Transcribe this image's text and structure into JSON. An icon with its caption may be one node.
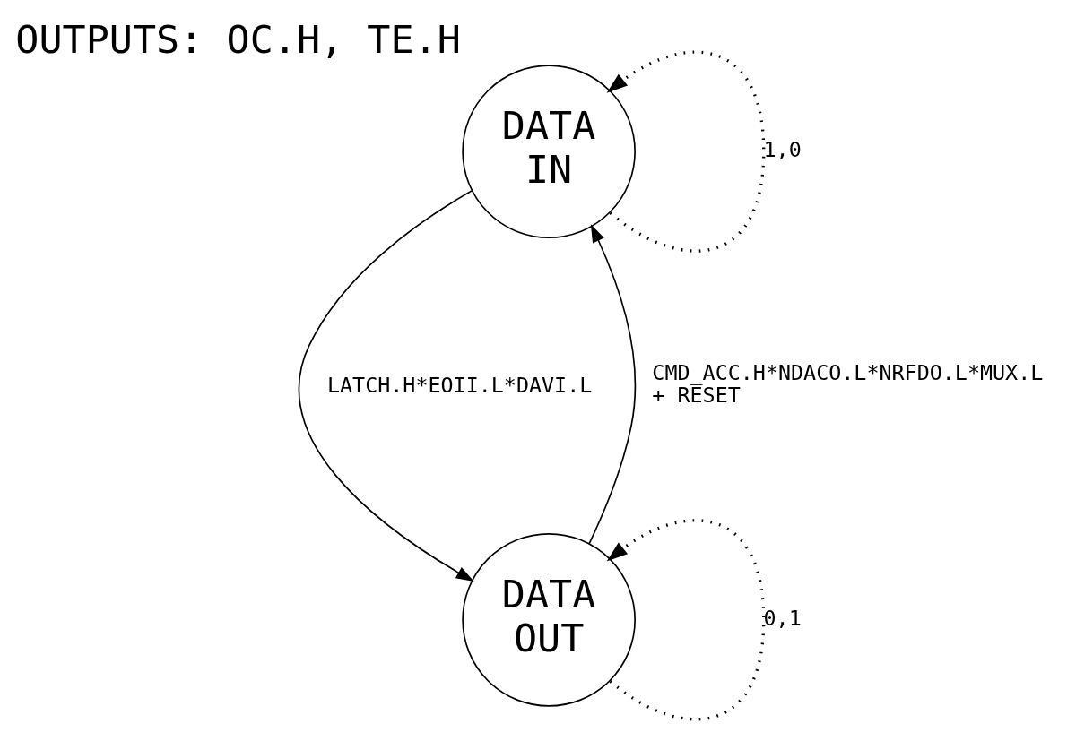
{
  "diagram": {
    "nodes": [
      {
        "text": [
          "DATA IN"
        ],
        "beside": [
          "OUTPUTS: OC.H, TE.H"
        ]
      },
      {
        "text": [
          "DATA OUT"
        ]
      }
    ],
    "edges": [
      {
        "from": 0,
        "to": 0,
        "arrow": "to",
        "label": "1,0",
        "style": "dashed"
      },
      {
        "from": 0,
        "to": 1,
        "arrow": "to",
        "label": "LATCH.H*EOII.L*DAVI.L"
      },
      {
        "from": 1,
        "to": 0,
        "arrow": "to",
        "label": "CMD_ACC.H*NDACO.L*NRFDO.L*MUX.L + RESET"
      },
      {
        "from": 1,
        "to": 1,
        "arrow": "to",
        "label": "0,1",
        "style": "dashed"
      }
    ]
  }
}
